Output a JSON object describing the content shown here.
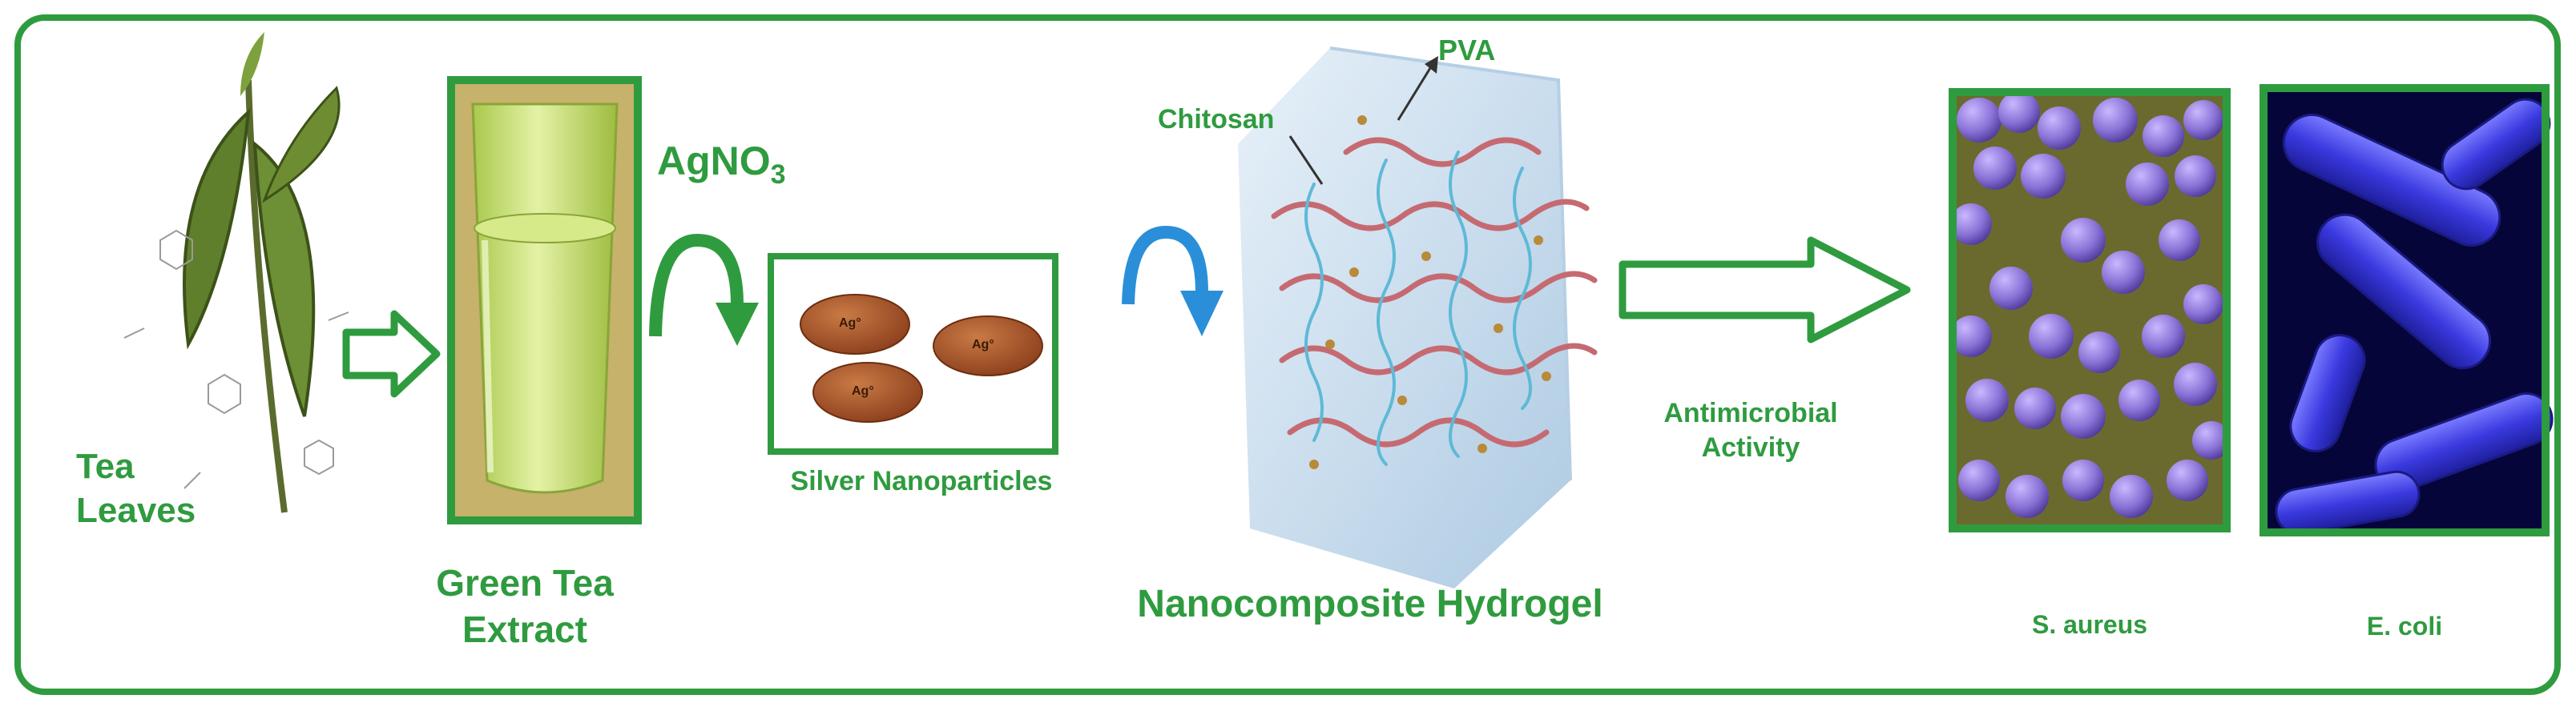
{
  "labels": {
    "tea_leaves_line1": "Tea",
    "tea_leaves_line2": "Leaves",
    "green_tea_line1": "Green Tea",
    "green_tea_line2": "Extract",
    "agno3_main": "AgNO",
    "agno3_sub": "3",
    "silver_np": "Silver Nanoparticles",
    "particle_label": "Ag°",
    "chitosan": "Chitosan",
    "pva": "PVA",
    "hydrogel": "Nanocomposite Hydrogel",
    "antimicrobial_line1": "Antimicrobial",
    "antimicrobial_line2": "Activity",
    "s_aureus": "S. aureus",
    "e_coli": "E. coli"
  },
  "colors": {
    "accent_green": "#2f9b3f",
    "arrow_blue": "#2a8fd8",
    "tea_liquid": "#c9e07a",
    "nanoparticle": "#a0522d",
    "hydrogel_block": "#cfe2f1",
    "pva_strand": "#c66a72",
    "chitosan_strand": "#5fb9d6",
    "bacteria_purple": "#8a72d6",
    "bacteria_blue": "#3a3ae0"
  }
}
